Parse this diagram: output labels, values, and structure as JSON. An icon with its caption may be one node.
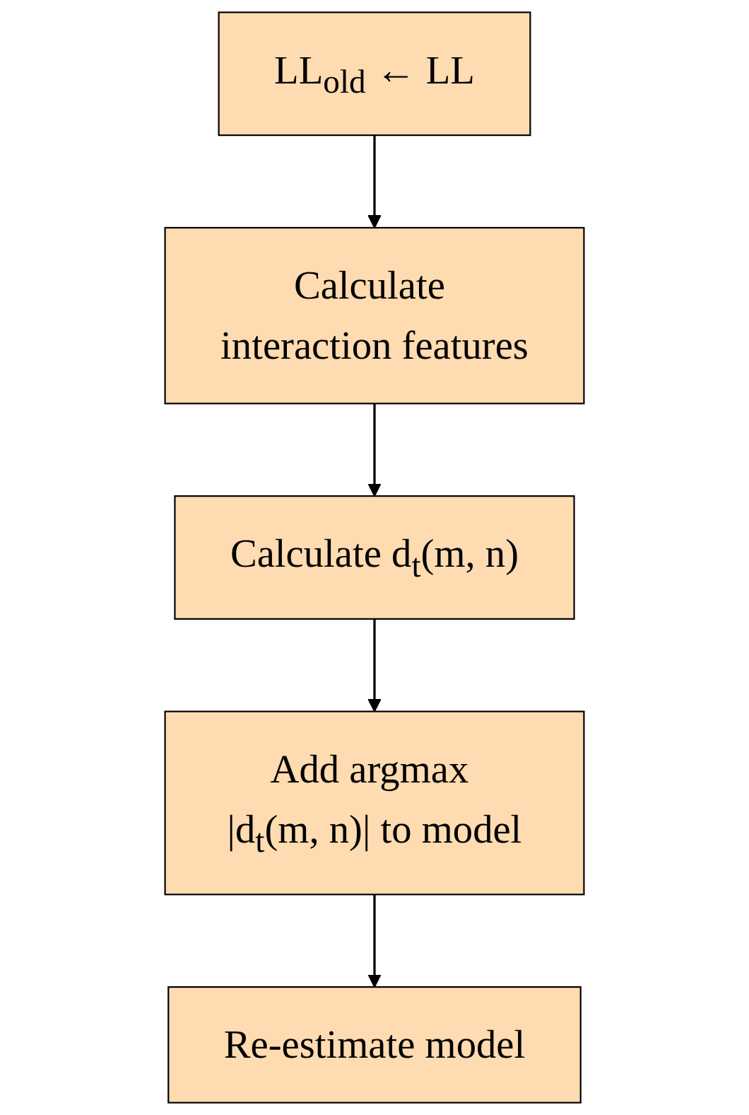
{
  "diagram": {
    "nodes": [
      {
        "text": [
          "LL$_{old}$ ← LL"
        ]
      },
      {
        "text": [
          "Calculate interaction features"
        ]
      },
      {
        "text": [
          "Calculate d$_{t}$(m, n)"
        ]
      },
      {
        "text": [
          "Add argmax |d$_{t}$(m, n)| to model"
        ]
      },
      {
        "text": [
          "Re-estimate model"
        ]
      }
    ],
    "edges": [
      {
        "from": 0,
        "to": 1,
        "arrow": "to"
      },
      {
        "from": 1,
        "to": 2,
        "arrow": "to"
      },
      {
        "from": 2,
        "to": 3,
        "arrow": "to"
      },
      {
        "from": 3,
        "to": 4,
        "arrow": "to"
      }
    ]
  }
}
